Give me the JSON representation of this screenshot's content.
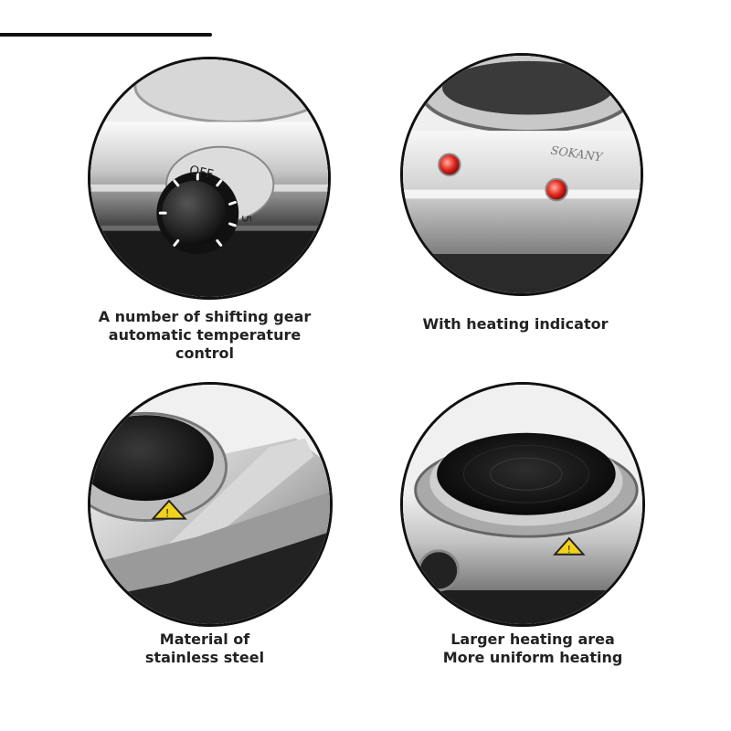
{
  "product": {
    "brand_marking": "SOKANY",
    "knob_markings": {
      "off": "OFF",
      "level": "5"
    }
  },
  "features": [
    {
      "id": "gear-control",
      "lines": [
        "A number of shifting gear",
        "automatic temperature",
        "control"
      ]
    },
    {
      "id": "heating-indicator",
      "lines": [
        "With heating indicator"
      ]
    },
    {
      "id": "stainless-steel",
      "lines": [
        "Material of",
        "stainless steel"
      ]
    },
    {
      "id": "heating-area",
      "lines": [
        "Larger heating area",
        "More uniform heating"
      ]
    }
  ],
  "colors": {
    "frame": "#111111",
    "caption": "#222222",
    "indicator": "#e0231b",
    "warning_label": "#f3d21b"
  }
}
